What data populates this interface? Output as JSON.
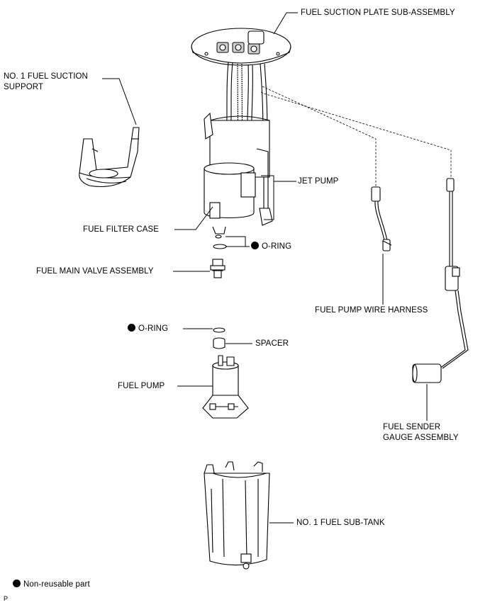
{
  "labels": {
    "fuel_suction_plate": "FUEL SUCTION PLATE SUB-ASSEMBLY",
    "no1_fuel_suction_support_l1": "NO. 1 FUEL SUCTION",
    "no1_fuel_suction_support_l2": "SUPPORT",
    "jet_pump": "JET PUMP",
    "fuel_filter_case": "FUEL FILTER CASE",
    "o_ring_upper": "O-RING",
    "fuel_main_valve": "FUEL MAIN VALVE ASSEMBLY",
    "fuel_pump_wire_harness": "FUEL PUMP WIRE HARNESS",
    "o_ring_lower": "O-RING",
    "spacer": "SPACER",
    "fuel_pump": "FUEL PUMP",
    "fuel_sender_l1": "FUEL SENDER",
    "fuel_sender_l2": "GAUGE ASSEMBLY",
    "no1_fuel_sub_tank": "NO. 1 FUEL SUB-TANK"
  },
  "legend": {
    "text": "Non-reusable part"
  },
  "corner_mark": "P",
  "colors": {
    "line": "#000000",
    "background": "#ffffff",
    "shade": "#cfcfcf"
  }
}
